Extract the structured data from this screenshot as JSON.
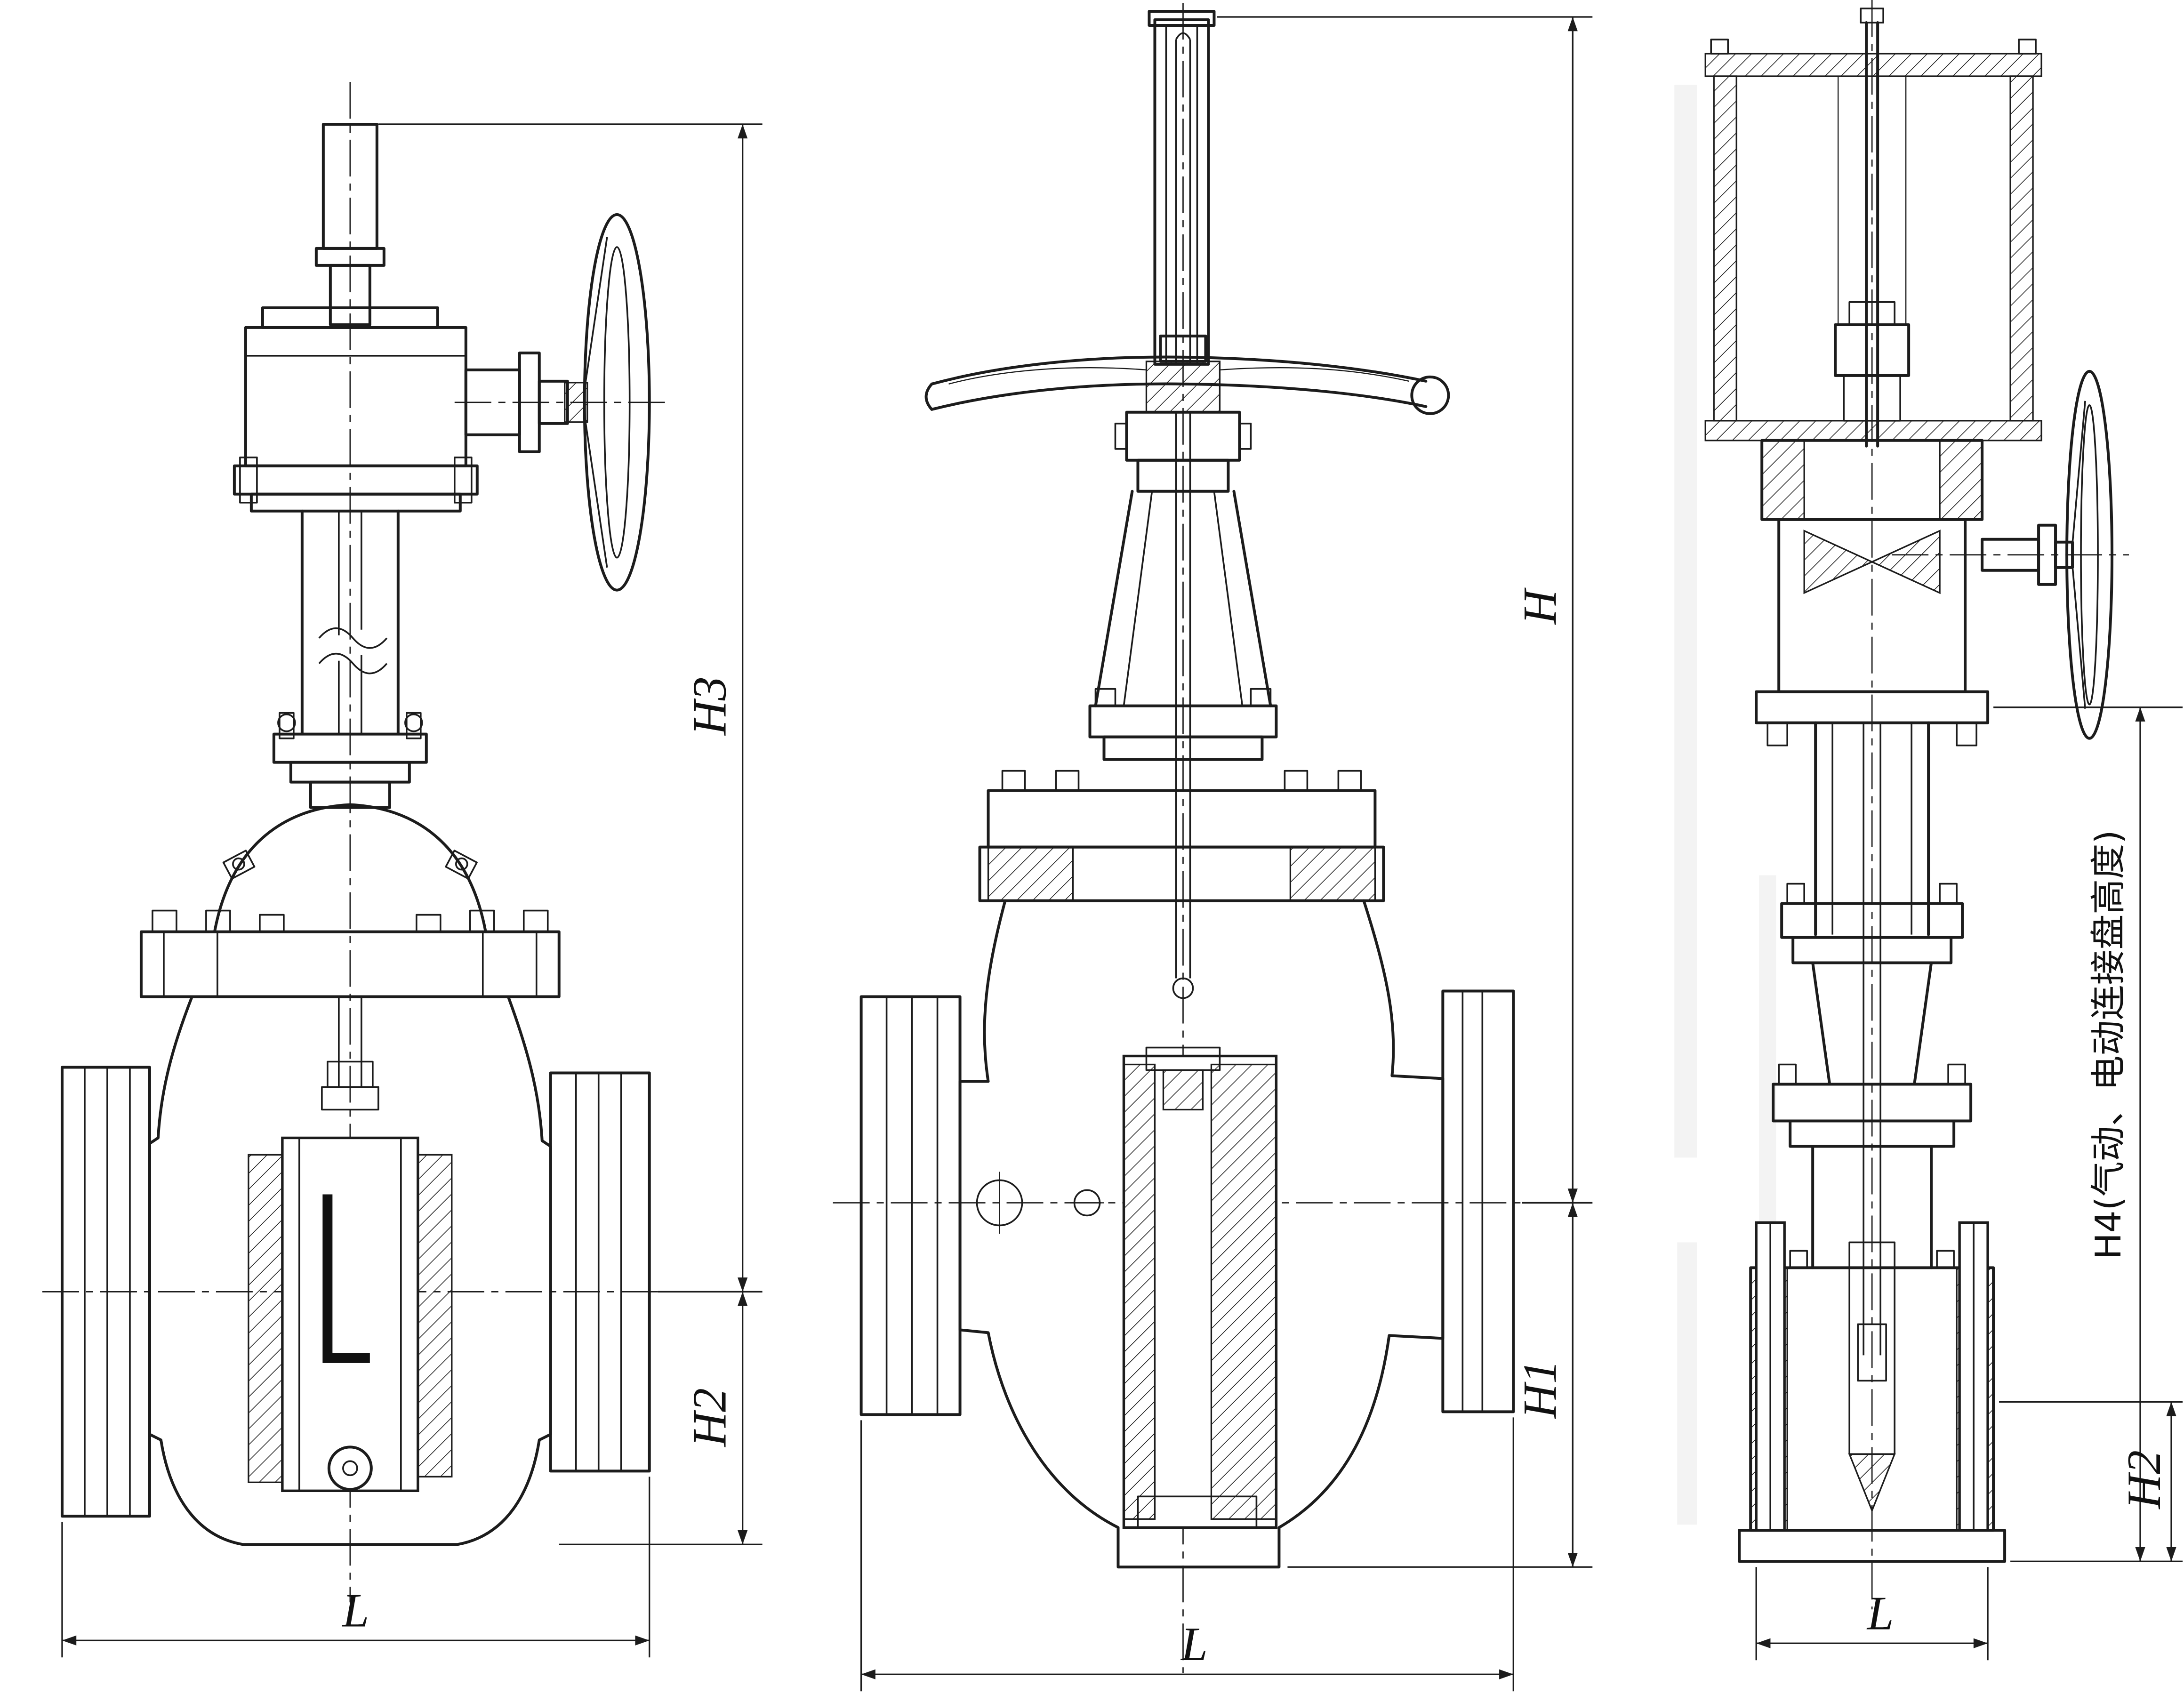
{
  "drawing": {
    "ink_color": "#1c1c1c",
    "paper_color": "#ffffff",
    "views": {
      "left": {
        "dim_top": "H3",
        "dim_bottom": "H2",
        "dim_length": "L"
      },
      "middle": {
        "dim_top": "H",
        "dim_bottom": "H1",
        "dim_length": "L"
      },
      "right": {
        "dim_top": "H4(气动、电动连接盘高度)",
        "dim_bottom": "H2",
        "dim_length": "L"
      }
    }
  }
}
